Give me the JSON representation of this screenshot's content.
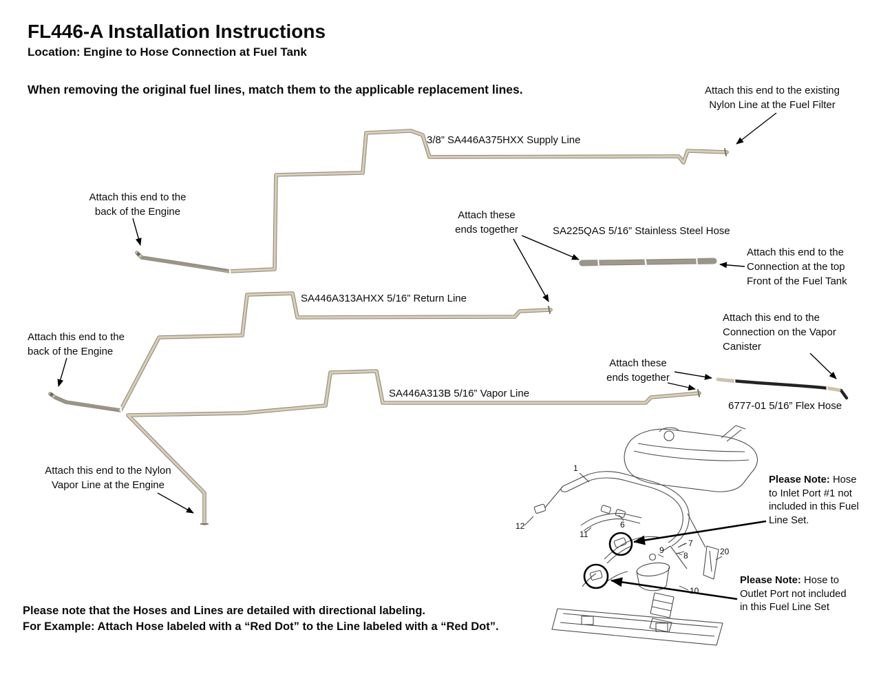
{
  "page": {
    "title": "FL446-A Installation Instructions",
    "subtitle": "Location: Engine to Hose Connection at Fuel Tank",
    "intro": "When removing the original fuel lines, match them to the applicable replacement lines.",
    "footer_line1": "Please note that the Hoses and Lines are detailed with directional labeling.",
    "footer_line2": "For Example: Attach Hose labeled with a “Red Dot” to the Line labeled with a “Red Dot”."
  },
  "lines": {
    "supply": {
      "label": "3/8” SA446A375HXX Supply Line"
    },
    "return": {
      "label": "SA446A313AHXX 5/16” Return Line"
    },
    "vapor": {
      "label": "SA446A313B 5/16” Vapor Line"
    },
    "ss_hose": {
      "label": "SA225QAS 5/16” Stainless Steel Hose"
    },
    "flex_hose": {
      "label": "6777-01 5/16” Flex Hose"
    }
  },
  "callouts": {
    "fuel_filter": "Attach this end to the existing Nylon Line at the Fuel Filter",
    "engine_back_1": "Attach this end to the back of the Engine",
    "ends_together_1": "Attach these ends together",
    "fuel_tank_front": "Attach this end to the Connection at the top Front of the Fuel Tank",
    "engine_back_2": "Attach this end to the back of the Engine",
    "vapor_canister": "Attach this end to the Connection on the Vapor Canister",
    "ends_together_2": "Attach these ends together",
    "nylon_vapor": "Attach this end to the Nylon Vapor Line at the Engine"
  },
  "notes": {
    "inlet": {
      "bold": "Please Note:",
      "text": " Hose to Inlet Port #1 not included in this Fuel Line Set."
    },
    "outlet": {
      "bold": "Please Note:",
      "text": " Hose to Outlet Port not included in this Fuel Line Set"
    }
  },
  "diagram": {
    "part_numbers": [
      "1",
      "12",
      "11",
      "6",
      "9",
      "7",
      "8",
      "10",
      "20"
    ]
  },
  "colors": {
    "line_tan": "#d9cdb4",
    "line_outline": "#8f8a7c",
    "flex_dark": "#232323",
    "text": "#0b0b0b"
  }
}
